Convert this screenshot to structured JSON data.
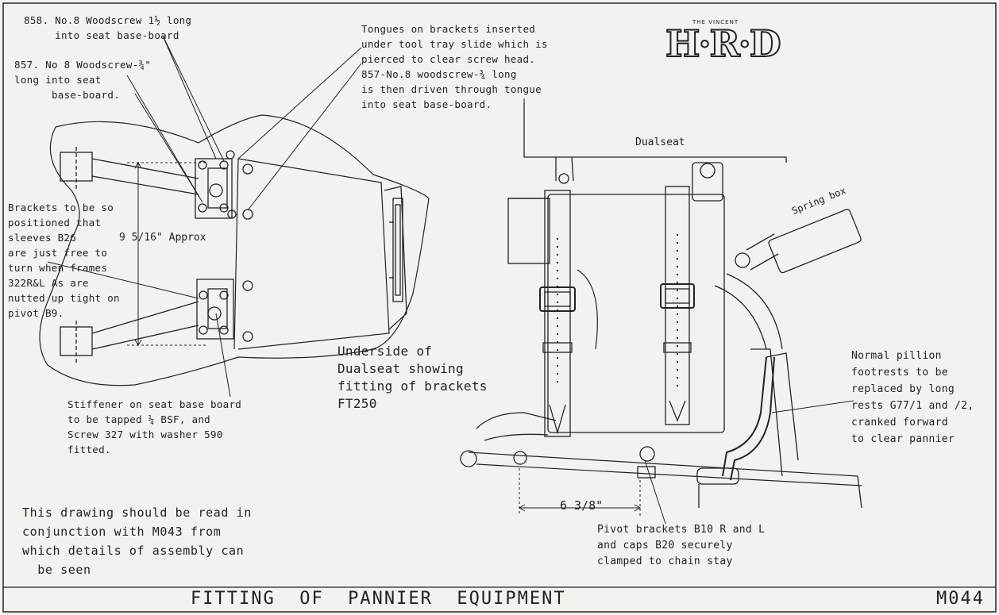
{
  "logo": {
    "small": "THE VINCENT",
    "main": "H·R·D"
  },
  "notes": {
    "note_858": "858. No.8 Woodscrew 1½ long\n     into seat base-board",
    "note_857": "857. No 8 Woodscrew-¾\"\nlong into seat\n      base-board.",
    "tongues": "Tongues on brackets inserted\nunder tool tray slide which is\npierced to clear screw head.\n857-No.8 woodscrew-¾ long\nis then driven through tongue\ninto seat base-board.",
    "brackets": "Brackets to be so\npositioned that\nsleeves B26\nare just free to\nturn when frames\n322R&L As are\nnutted up tight on\npivot B9.",
    "stiffener": "Stiffener on seat base board\nto be tapped ¼ BSF, and\nScrew 327 with washer 590\nfitted.",
    "underside": "Underside of\nDualseat showing\nfitting of brackets\nFT250",
    "footrests": "Normal pillion\nfootrests to be\nreplaced by long\nrests G77/1 and /2,\ncranked forward\nto clear pannier",
    "pivot": "Pivot brackets B10 R and L\nand caps B20 securely\nclamped to chain stay",
    "read_with": "This drawing should be read in\nconjunction with M043 from\nwhich details of assembly can\n  be seen"
  },
  "labels": {
    "dualseat": "Dualseat",
    "spring_box": "Spring box",
    "dim_916": "9 5/16\" Approx",
    "dim_638": "6 3/8\""
  },
  "title": {
    "text": "FITTING  OF  PANNIER  EQUIPMENT",
    "drawing_number": "M044"
  }
}
